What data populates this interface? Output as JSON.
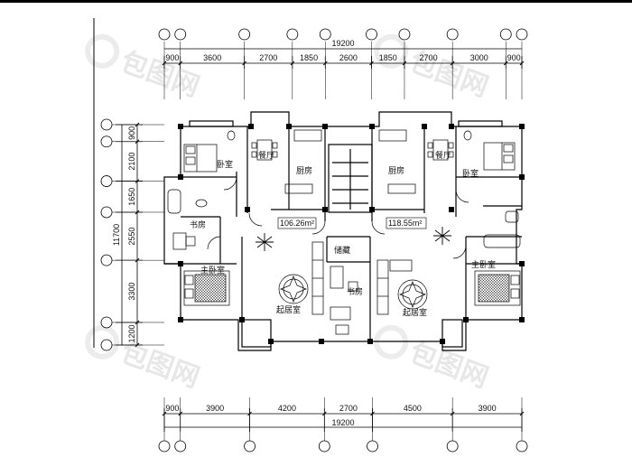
{
  "top": {
    "total": "19200",
    "segments": [
      "900",
      "3600",
      "2700",
      "1850",
      "2600",
      "1850",
      "2700",
      "3000",
      "900"
    ]
  },
  "bottom": {
    "total": "19200",
    "segments": [
      "900",
      "3900",
      "4200",
      "2700",
      "4500",
      "3900"
    ]
  },
  "left": {
    "total": "11700",
    "segments": [
      "900",
      "2100",
      "1650",
      "2550",
      "3300",
      "1200"
    ]
  },
  "rooms": {
    "bedroom_left": "卧室",
    "dining_left": "餐厅",
    "kitchen_left": "厨房",
    "kitchen_right": "厨房",
    "dining_right": "餐厅",
    "bedroom_right": "卧室",
    "study_left": "书房",
    "storage": "储藏",
    "master_left": "主卧室",
    "master_right": "主卧室",
    "study_center": "书房",
    "living_left": "起居室",
    "living_right": "起居室"
  },
  "areas": {
    "unit_left": "106.26m²",
    "unit_right": "118.55m²"
  },
  "watermark": {
    "text": "包图网"
  }
}
